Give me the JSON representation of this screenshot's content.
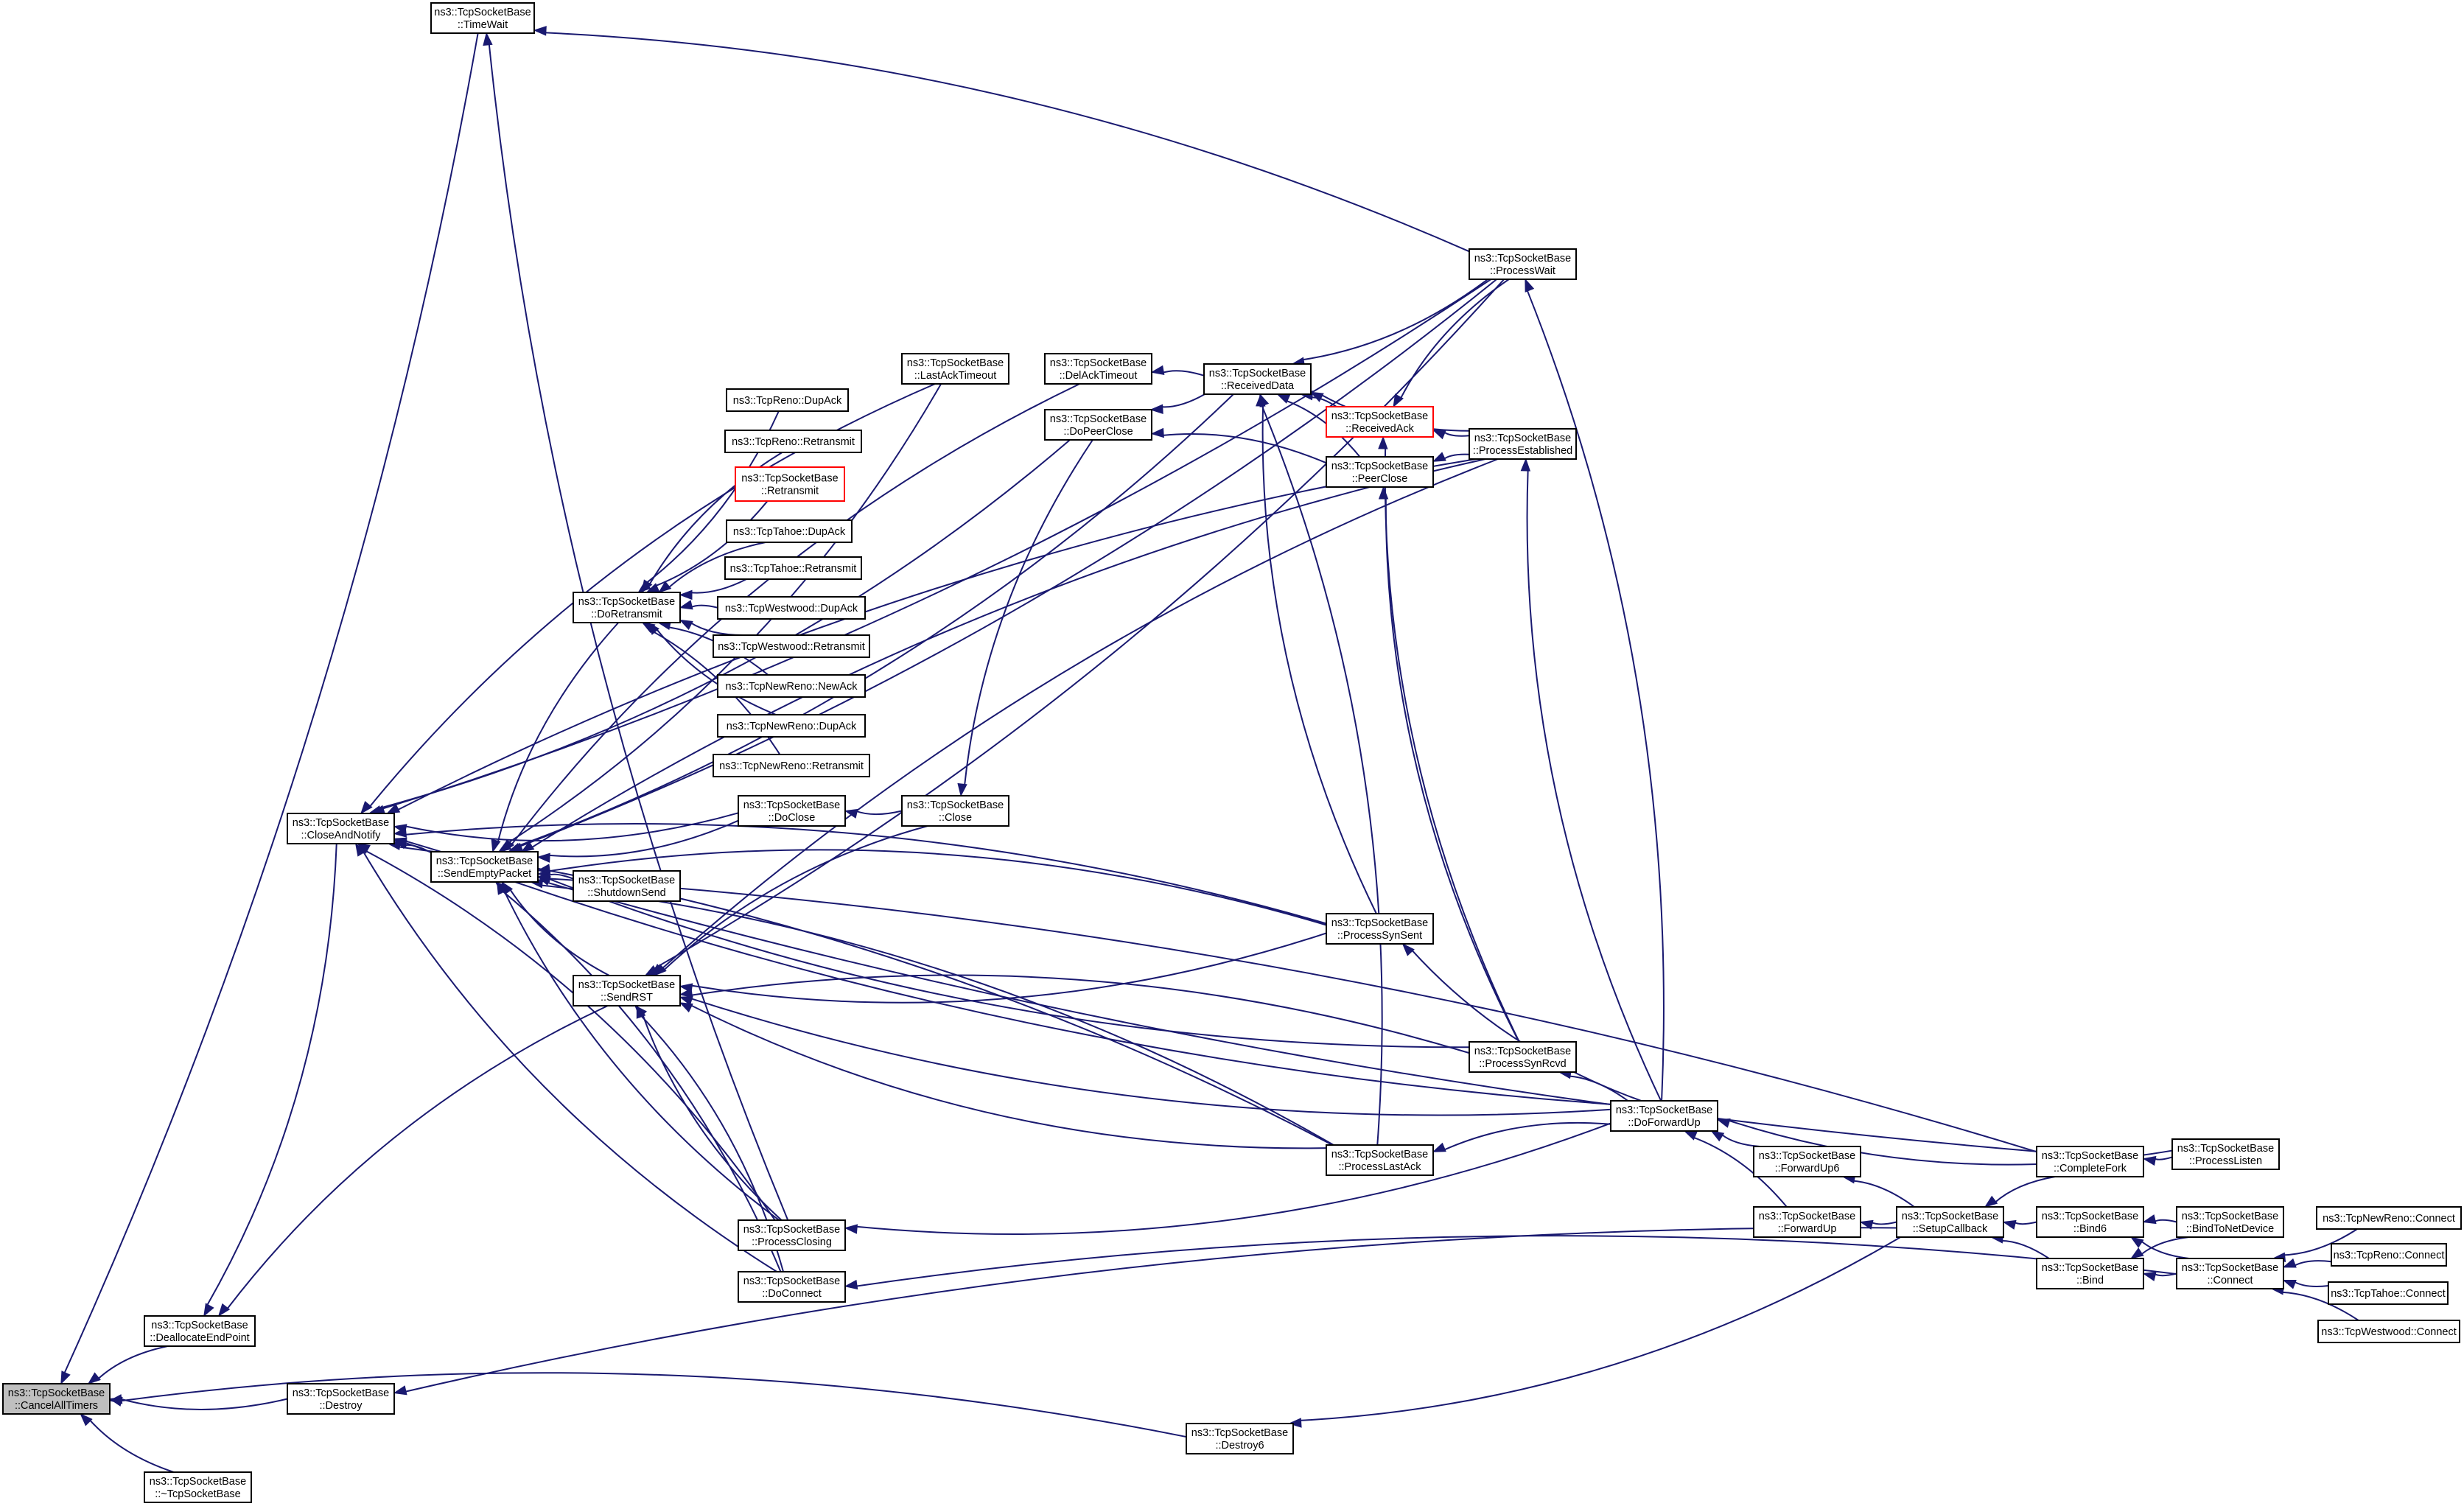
{
  "colors": {
    "edge": "#191970",
    "node_border": "#000000",
    "node_border_highlight": "#ff0000",
    "selected_fill": "#bfbfbf",
    "background": "#ffffff"
  },
  "nodes": {
    "cancelalltimers": {
      "lines": [
        "ns3::TcpSocketBase",
        "::CancelAllTimers"
      ],
      "style": "selected"
    },
    "destructor": {
      "lines": [
        "ns3::TcpSocketBase",
        "::~TcpSocketBase"
      ]
    },
    "deallocate": {
      "lines": [
        "ns3::TcpSocketBase",
        "::DeallocateEndPoint"
      ]
    },
    "destroy": {
      "lines": [
        "ns3::TcpSocketBase",
        "::Destroy"
      ]
    },
    "destroy6": {
      "lines": [
        "ns3::TcpSocketBase",
        "::Destroy6"
      ]
    },
    "closeandnotify": {
      "lines": [
        "ns3::TcpSocketBase",
        "::CloseAndNotify"
      ]
    },
    "timewait": {
      "lines": [
        "ns3::TcpSocketBase",
        "::TimeWait"
      ]
    },
    "sendemptypacket": {
      "lines": [
        "ns3::TcpSocketBase",
        "::SendEmptyPacket"
      ]
    },
    "doretransmit": {
      "lines": [
        "ns3::TcpSocketBase",
        "::DoRetransmit"
      ]
    },
    "sendrst": {
      "lines": [
        "ns3::TcpSocketBase",
        "::SendRST"
      ]
    },
    "shutdownsend": {
      "lines": [
        "ns3::TcpSocketBase",
        "::ShutdownSend"
      ]
    },
    "renodupack": {
      "lines": [
        "ns3::TcpReno::DupAck"
      ]
    },
    "renoretransmit": {
      "lines": [
        "ns3::TcpReno::Retransmit"
      ]
    },
    "retransmit": {
      "lines": [
        "ns3::TcpSocketBase",
        "::Retransmit"
      ],
      "style": "red"
    },
    "tahoedupack": {
      "lines": [
        "ns3::TcpTahoe::DupAck"
      ]
    },
    "tahoeretransmit": {
      "lines": [
        "ns3::TcpTahoe::Retransmit"
      ]
    },
    "westwooddupack": {
      "lines": [
        "ns3::TcpWestwood::DupAck"
      ]
    },
    "westwoodretransmit": {
      "lines": [
        "ns3::TcpWestwood::Retransmit"
      ]
    },
    "newrenonewack": {
      "lines": [
        "ns3::TcpNewReno::NewAck"
      ]
    },
    "newrenodupack": {
      "lines": [
        "ns3::TcpNewReno::DupAck"
      ]
    },
    "newrenoretransmit": {
      "lines": [
        "ns3::TcpNewReno::Retransmit"
      ]
    },
    "doclose": {
      "lines": [
        "ns3::TcpSocketBase",
        "::DoClose"
      ]
    },
    "close": {
      "lines": [
        "ns3::TcpSocketBase",
        "::Close"
      ]
    },
    "processclosing": {
      "lines": [
        "ns3::TcpSocketBase",
        "::ProcessClosing"
      ]
    },
    "doconnect": {
      "lines": [
        "ns3::TcpSocketBase",
        "::DoConnect"
      ]
    },
    "lastacktimeout": {
      "lines": [
        "ns3::TcpSocketBase",
        "::LastAckTimeout"
      ]
    },
    "delacktimeout": {
      "lines": [
        "ns3::TcpSocketBase",
        "::DelAckTimeout"
      ]
    },
    "dopeerclose": {
      "lines": [
        "ns3::TcpSocketBase",
        "::DoPeerClose"
      ]
    },
    "receiveddata": {
      "lines": [
        "ns3::TcpSocketBase",
        "::ReceivedData"
      ]
    },
    "receivedack": {
      "lines": [
        "ns3::TcpSocketBase",
        "::ReceivedAck"
      ],
      "style": "red"
    },
    "peerclose": {
      "lines": [
        "ns3::TcpSocketBase",
        "::PeerClose"
      ]
    },
    "processsynsent": {
      "lines": [
        "ns3::TcpSocketBase",
        "::ProcessSynSent"
      ]
    },
    "processlastack": {
      "lines": [
        "ns3::TcpSocketBase",
        "::ProcessLastAck"
      ]
    },
    "processwait": {
      "lines": [
        "ns3::TcpSocketBase",
        "::ProcessWait"
      ]
    },
    "processestablished": {
      "lines": [
        "ns3::TcpSocketBase",
        "::ProcessEstablished"
      ]
    },
    "processsynrcvd": {
      "lines": [
        "ns3::TcpSocketBase",
        "::ProcessSynRcvd"
      ]
    },
    "doforwardup": {
      "lines": [
        "ns3::TcpSocketBase",
        "::DoForwardUp"
      ]
    },
    "forwardup6": {
      "lines": [
        "ns3::TcpSocketBase",
        "::ForwardUp6"
      ]
    },
    "forwardup": {
      "lines": [
        "ns3::TcpSocketBase",
        "::ForwardUp"
      ]
    },
    "setupcallback": {
      "lines": [
        "ns3::TcpSocketBase",
        "::SetupCallback"
      ]
    },
    "completefork": {
      "lines": [
        "ns3::TcpSocketBase",
        "::CompleteFork"
      ]
    },
    "processlisten": {
      "lines": [
        "ns3::TcpSocketBase",
        "::ProcessListen"
      ]
    },
    "bind6": {
      "lines": [
        "ns3::TcpSocketBase",
        "::Bind6"
      ]
    },
    "bind": {
      "lines": [
        "ns3::TcpSocketBase",
        "::Bind"
      ]
    },
    "bindtonetdevice": {
      "lines": [
        "ns3::TcpSocketBase",
        "::BindToNetDevice"
      ]
    },
    "connect": {
      "lines": [
        "ns3::TcpSocketBase",
        "::Connect"
      ]
    },
    "newrenoconnect": {
      "lines": [
        "ns3::TcpNewReno::Connect"
      ]
    },
    "renoconnect": {
      "lines": [
        "ns3::TcpReno::Connect"
      ]
    },
    "tahoeconnect": {
      "lines": [
        "ns3::TcpTahoe::Connect"
      ]
    },
    "westwoodconnect": {
      "lines": [
        "ns3::TcpWestwood::Connect"
      ]
    }
  },
  "edges": [
    [
      "destructor",
      "cancelalltimers"
    ],
    [
      "deallocate",
      "cancelalltimers"
    ],
    [
      "destroy",
      "cancelalltimers"
    ],
    [
      "destroy6",
      "cancelalltimers"
    ],
    [
      "closeandnotify",
      "deallocate"
    ],
    [
      "sendrst",
      "deallocate"
    ],
    [
      "timewait",
      "cancelalltimers"
    ],
    [
      "sendemptypacket",
      "closeandnotify"
    ],
    [
      "doclose",
      "closeandnotify"
    ],
    [
      "processclosing",
      "closeandnotify"
    ],
    [
      "doconnect",
      "closeandnotify"
    ],
    [
      "processlastack",
      "closeandnotify"
    ],
    [
      "processwait",
      "closeandnotify"
    ],
    [
      "processestablished",
      "closeandnotify"
    ],
    [
      "completefork",
      "closeandnotify"
    ],
    [
      "lastacktimeout",
      "closeandnotify"
    ],
    [
      "dopeerclose",
      "closeandnotify"
    ],
    [
      "processsynsent",
      "closeandnotify"
    ],
    [
      "doforwardup",
      "closeandnotify"
    ],
    [
      "processwait",
      "timewait"
    ],
    [
      "processclosing",
      "timewait"
    ],
    [
      "doretransmit",
      "sendemptypacket"
    ],
    [
      "sendrst",
      "sendemptypacket"
    ],
    [
      "shutdownsend",
      "sendemptypacket"
    ],
    [
      "doclose",
      "sendemptypacket"
    ],
    [
      "processsynsent",
      "sendemptypacket"
    ],
    [
      "processsynrcvd",
      "sendemptypacket"
    ],
    [
      "processlastack",
      "sendemptypacket"
    ],
    [
      "processclosing",
      "sendemptypacket"
    ],
    [
      "doconnect",
      "sendemptypacket"
    ],
    [
      "processwait",
      "sendemptypacket"
    ],
    [
      "processestablished",
      "sendemptypacket"
    ],
    [
      "lastacktimeout",
      "sendemptypacket"
    ],
    [
      "delacktimeout",
      "sendemptypacket"
    ],
    [
      "receiveddata",
      "sendemptypacket"
    ],
    [
      "completefork",
      "sendemptypacket"
    ],
    [
      "renodupack",
      "doretransmit"
    ],
    [
      "renoretransmit",
      "doretransmit"
    ],
    [
      "retransmit",
      "doretransmit"
    ],
    [
      "tahoedupack",
      "doretransmit"
    ],
    [
      "tahoeretransmit",
      "doretransmit"
    ],
    [
      "westwooddupack",
      "doretransmit"
    ],
    [
      "westwoodretransmit",
      "doretransmit"
    ],
    [
      "newrenonewack",
      "doretransmit"
    ],
    [
      "newrenodupack",
      "doretransmit"
    ],
    [
      "newrenoretransmit",
      "doretransmit"
    ],
    [
      "close",
      "doclose"
    ],
    [
      "dopeerclose",
      "close"
    ],
    [
      "processsynsent",
      "sendrst"
    ],
    [
      "processsynrcvd",
      "sendrst"
    ],
    [
      "processclosing",
      "sendrst"
    ],
    [
      "doconnect",
      "sendrst"
    ],
    [
      "doforwardup",
      "sendrst"
    ],
    [
      "processestablished",
      "sendrst"
    ],
    [
      "processwait",
      "sendrst"
    ],
    [
      "close",
      "sendrst"
    ],
    [
      "processlastack",
      "sendrst"
    ],
    [
      "receiveddata",
      "delacktimeout"
    ],
    [
      "receiveddata",
      "dopeerclose"
    ],
    [
      "peerclose",
      "dopeerclose"
    ],
    [
      "processwait",
      "receiveddata"
    ],
    [
      "receivedack",
      "receiveddata"
    ],
    [
      "processestablished",
      "receiveddata"
    ],
    [
      "peerclose",
      "receiveddata"
    ],
    [
      "processsynsent",
      "receiveddata"
    ],
    [
      "processlastack",
      "receiveddata"
    ],
    [
      "processestablished",
      "receivedack"
    ],
    [
      "processwait",
      "receivedack"
    ],
    [
      "processsynrcvd",
      "receivedack"
    ],
    [
      "processestablished",
      "peerclose"
    ],
    [
      "processsynrcvd",
      "peerclose"
    ],
    [
      "doforwardup",
      "processwait"
    ],
    [
      "doforwardup",
      "processestablished"
    ],
    [
      "doforwardup",
      "processsynrcvd"
    ],
    [
      "doforwardup",
      "processsynsent"
    ],
    [
      "doforwardup",
      "processlastack"
    ],
    [
      "doforwardup",
      "processclosing"
    ],
    [
      "processlistan_placeholder",
      "x"
    ],
    [
      "forwardup6",
      "doforwardup"
    ],
    [
      "forwardup",
      "doforwardup"
    ],
    [
      "processlisten",
      "doforwardup"
    ],
    [
      "setupcallback",
      "forwardup6"
    ],
    [
      "setupcallback",
      "forwardup"
    ],
    [
      "setupcallback",
      "destroy"
    ],
    [
      "setupcallback",
      "destroy6"
    ],
    [
      "completefork",
      "setupcallback"
    ],
    [
      "bind6",
      "setupcallback"
    ],
    [
      "bind",
      "setupcallback"
    ],
    [
      "processlisten",
      "completefork"
    ],
    [
      "bindtonetdevice",
      "bind6"
    ],
    [
      "connect",
      "bind6"
    ],
    [
      "bindtonetdevice",
      "bind"
    ],
    [
      "connect",
      "bind"
    ],
    [
      "connect",
      "doconnect"
    ],
    [
      "newrenoconnect",
      "connect"
    ],
    [
      "renoconnect",
      "connect"
    ],
    [
      "tahoeconnect",
      "connect"
    ],
    [
      "westwoodconnect",
      "connect"
    ]
  ]
}
